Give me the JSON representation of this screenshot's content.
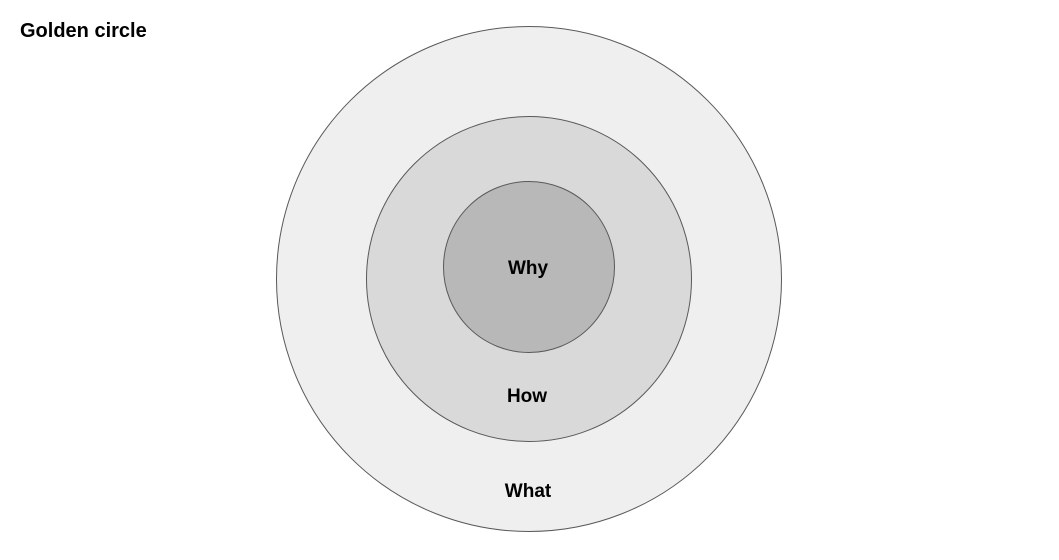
{
  "header": {
    "title": "Golden circle"
  },
  "diagram": {
    "type": "concentric-circles",
    "background": "#ffffff",
    "border_color": "#595959",
    "text_color": "#000000",
    "rings": [
      {
        "label": "What",
        "fill": "#efefef"
      },
      {
        "label": "How",
        "fill": "#d9d9d9"
      },
      {
        "label": "Why",
        "fill": "#b8b8b8"
      }
    ]
  }
}
